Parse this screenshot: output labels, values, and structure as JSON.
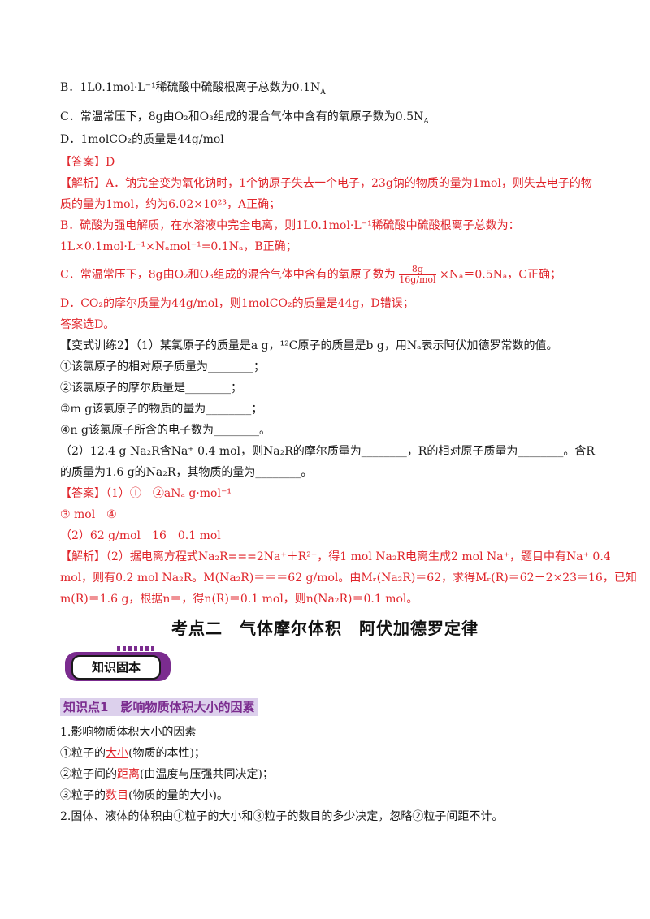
{
  "options": {
    "B": "B．1L0.1mol·L⁻¹稀硫酸中硫酸根离子总数为0.1N",
    "B_sub": "A",
    "C": "C．常温常压下，8g由O₂和O₃组成的混合气体中含有的氧原子数为0.5N",
    "C_sub": "A",
    "D": "D．1molCO₂的质量是44g/mol"
  },
  "answer1": {
    "label": "【答案】D",
    "analysis_a_1": "【解析】A．钠完全变为氧化钠时，1个钠原子失去一个电子，23g钠的物质的量为1mol，则失去电子的物",
    "analysis_a_2": "质的量为1mol，约为6.02×10²³，A正确；",
    "analysis_b_1": "B．硫酸为强电解质，在水溶液中完全电离，则1L0.1mol·L⁻¹稀硫酸中硫酸根离子总数为：",
    "analysis_b_2": "1L×0.1mol·L⁻¹×Nₐmol⁻¹=0.1Nₐ，B正确；",
    "analysis_c_pre": "C．常温常压下，8g由O₂和O₃组成的混合气体中含有的氧原子数为",
    "analysis_c_num": "8g",
    "analysis_c_den": "16g/mol",
    "analysis_c_post": "×Nₐ＝0.5Nₐ，C正确；",
    "analysis_d": "D．CO₂的摩尔质量为44g/mol，则1molCO₂的质量是44g，D错误；",
    "choose": "答案选D。"
  },
  "exercise": {
    "head": "【变式训练2】（1）某氯原子的质量是a g，¹²C原子的质量是b g，用Nₐ表示阿伏加德罗常数的值。",
    "q1": "①该氯原子的相对原子质量为________；",
    "q2": "②该氯原子的摩尔质量是________；",
    "q3": "③m g该氯原子的物质的量为________；",
    "q4": "④n g该氯原子所含的电子数为________。",
    "q5_1": "（2）12.4 g Na₂R含Na⁺ 0.4 mol，则Na₂R的摩尔质量为________，R的相对原子质量为________。含R",
    "q5_2": "的质量为1.6 g的Na₂R，其物质的量为________。"
  },
  "answer2": {
    "line1": "【答案】（1）①　②aNₐ g·mol⁻¹",
    "line2": "③ mol　④",
    "line3": "（2）62 g/mol　16　0.1 mol",
    "an1": "【解析】（2）据电离方程式Na₂R===2Na⁺＋R²⁻，得1 mol Na₂R电离生成2 mol Na⁺，题目中有Na⁺ 0.4",
    "an2": "mol，则有0.2 mol Na₂R。M(Na₂R)＝＝＝62 g/mol。由Mᵣ(Na₂R)＝62，求得Mᵣ(R)＝62－2×23＝16，已知",
    "an3": "m(R)＝1.6 g，根据n＝，得n(R)＝0.1 mol，则n(Na₂R)＝0.1 mol。"
  },
  "section": {
    "title": "考点二　气体摩尔体积　阿伏加德罗定律",
    "badge": "知识固本",
    "knowledge_point": "知识点1　影响物质体积大小的因素"
  },
  "content": {
    "l1": "1.影响物质体积大小的因素",
    "l2_pre": "①粒子的",
    "l2_key": "大小",
    "l2_post": "(物质的本性)；",
    "l3_pre": "②粒子间的",
    "l3_key": "距离",
    "l3_post": "(由温度与压强共同决定)；",
    "l4_pre": "③粒子的",
    "l4_key": "数目",
    "l4_post": "(物质的量的大小)。",
    "l5": "2.固体、液体的体积由①粒子的大小和③粒子的数目的多少决定，忽略②粒子间距不计。"
  }
}
